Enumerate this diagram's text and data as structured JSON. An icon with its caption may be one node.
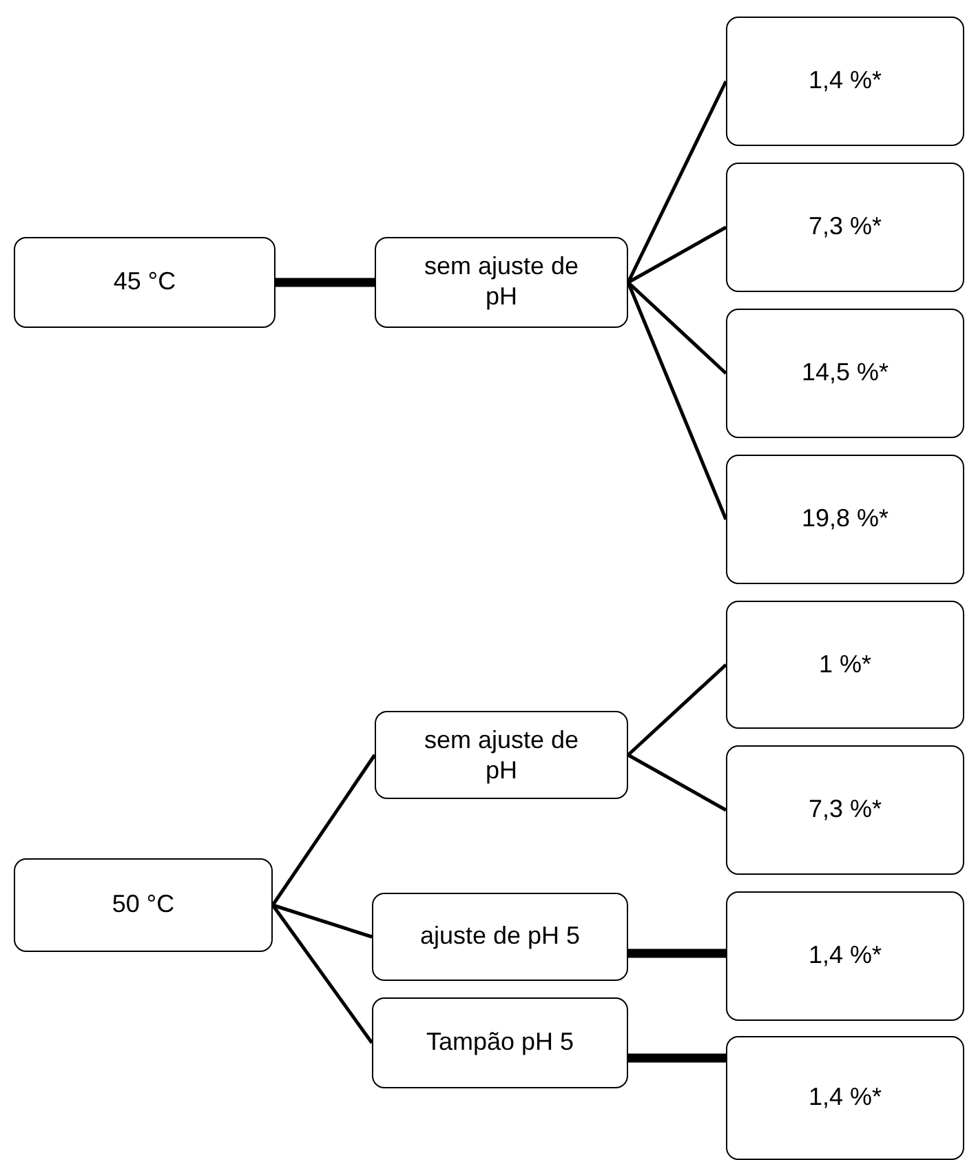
{
  "diagram": {
    "nodes": [
      {
        "text": [
          "45 °C"
        ]
      },
      {
        "text": [
          "sem ajuste de pH"
        ]
      },
      {
        "text": [
          "1,4 %*"
        ]
      },
      {
        "text": [
          "7,3 %*"
        ]
      },
      {
        "text": [
          "14,5 %*"
        ]
      },
      {
        "text": [
          "19,8 %*"
        ]
      },
      {
        "text": [
          "50 °C"
        ]
      },
      {
        "text": [
          "sem ajuste de pH"
        ]
      },
      {
        "text": [
          "ajuste de pH 5"
        ]
      },
      {
        "text": [
          "Tampão pH 5"
        ]
      },
      {
        "text": [
          "1 %*"
        ]
      },
      {
        "text": [
          "7,3 %*"
        ]
      },
      {
        "text": [
          "1,4 %*"
        ]
      },
      {
        "text": [
          "1,4 %*"
        ]
      }
    ],
    "edges": [
      {
        "from": 0,
        "to": 1,
        "arrow": "none",
        "style": "thick"
      },
      {
        "from": 1,
        "to": 2,
        "arrow": "none"
      },
      {
        "from": 1,
        "to": 3,
        "arrow": "none"
      },
      {
        "from": 1,
        "to": 4,
        "arrow": "none"
      },
      {
        "from": 1,
        "to": 5,
        "arrow": "none"
      },
      {
        "from": 6,
        "to": 7,
        "arrow": "none"
      },
      {
        "from": 6,
        "to": 8,
        "arrow": "none"
      },
      {
        "from": 6,
        "to": 9,
        "arrow": "none"
      },
      {
        "from": 7,
        "to": 10,
        "arrow": "none"
      },
      {
        "from": 7,
        "to": 11,
        "arrow": "none"
      },
      {
        "from": 8,
        "to": 12,
        "arrow": "none",
        "style": "thick"
      },
      {
        "from": 9,
        "to": 13,
        "arrow": "none",
        "style": "thick"
      }
    ]
  }
}
